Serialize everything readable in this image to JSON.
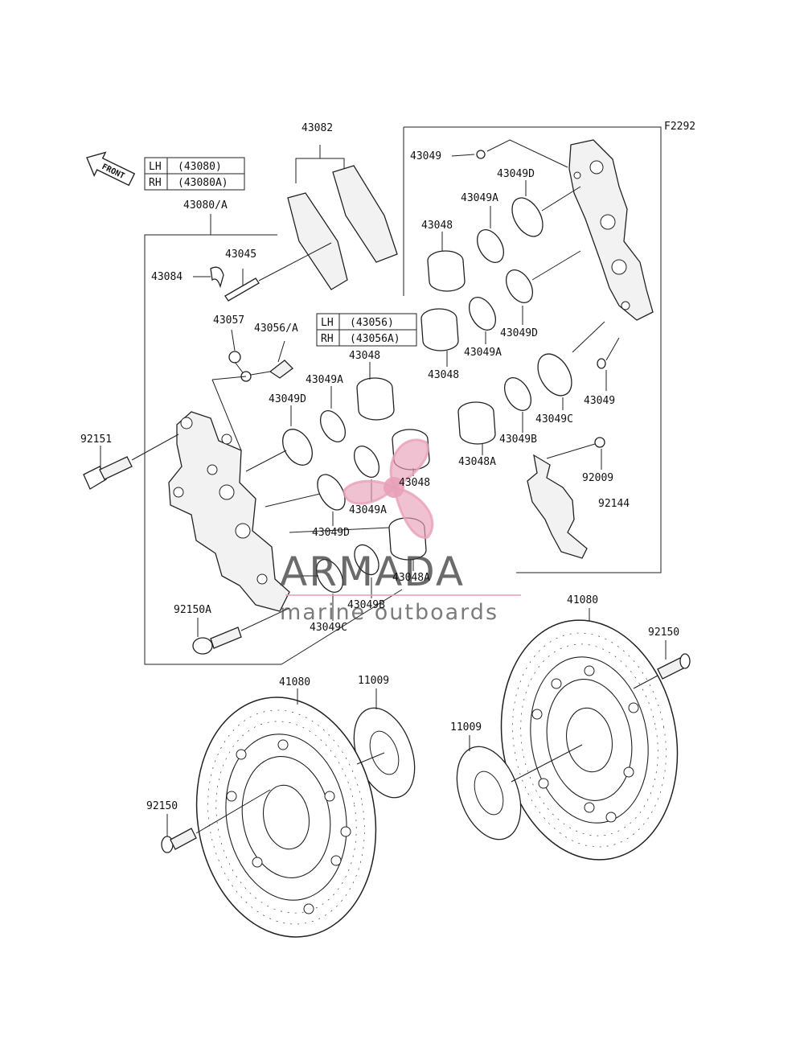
{
  "figure_code": "F2292",
  "front_arrow": "FRONT",
  "tables": {
    "pads": [
      [
        "LH",
        "(43080)"
      ],
      [
        "RH",
        "(43080A)"
      ]
    ],
    "bleeder": [
      [
        "LH",
        "(43056)"
      ],
      [
        "RH",
        "(43056A)"
      ]
    ]
  },
  "labels": {
    "l43082": "43082",
    "l43080A": "43080/A",
    "l43045": "43045",
    "l43084": "43084",
    "l43057": "43057",
    "l43056A": "43056/A",
    "l43049_t": "43049",
    "l43049D_t": "43049D",
    "l43049A_t": "43049A",
    "l43048_t": "43048",
    "l43049D_r": "43049D",
    "l43049A_r": "43049A",
    "l43048_r": "43048",
    "l43049_r": "43049",
    "l43049C_r": "43049C",
    "l43049B_r": "43049B",
    "l43048A_r": "43048A",
    "l92009": "92009",
    "l92144": "92144",
    "l43048_m": "43048",
    "l43049A_m": "43049A",
    "l43049D_m": "43049D",
    "l43049A_m2": "43049A",
    "l43048_m2": "43048",
    "l43049D_m2": "43049D",
    "l43048A_m": "43048A",
    "l43049B_m": "43049B",
    "l43049C_m": "43049C",
    "l92151": "92151",
    "l92150A": "92150A",
    "l41080_r": "41080",
    "l92150_r": "92150",
    "l41080_l": "41080",
    "l11009_l": "11009",
    "l11009_r": "11009",
    "l92150_l": "92150"
  },
  "watermark": {
    "title": "ARMADA",
    "subtitle": "marine outboards",
    "color": "#e8a0b8"
  }
}
